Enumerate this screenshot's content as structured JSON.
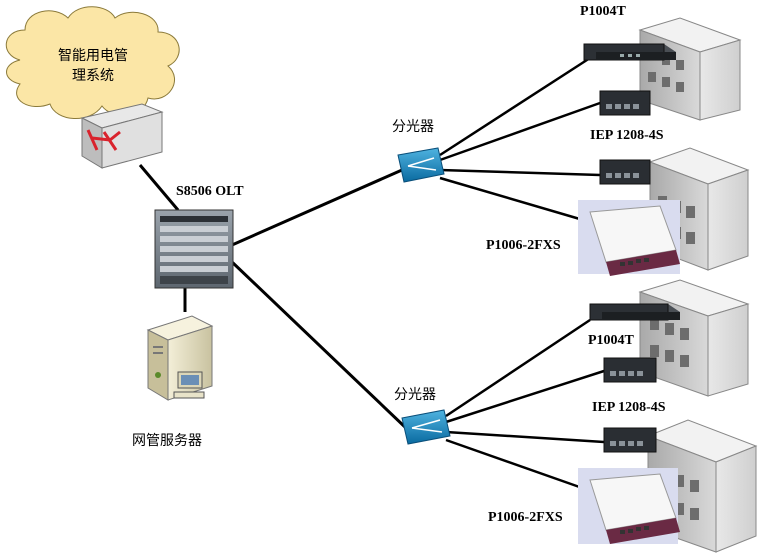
{
  "cloud": {
    "label": "智能用电管理系统"
  },
  "olt": {
    "label": "S8506 OLT"
  },
  "server": {
    "label": "网管服务器"
  },
  "splitters": [
    {
      "label": "分光器"
    },
    {
      "label": "分光器"
    }
  ],
  "groups": [
    {
      "p1004t": "P1004T",
      "iep": "IEP 1208-4S",
      "p1006": "P1006-2FXS"
    },
    {
      "p1004t": "P1004T",
      "iep": "IEP 1208-4S",
      "p1006": "P1006-2FXS"
    }
  ]
}
